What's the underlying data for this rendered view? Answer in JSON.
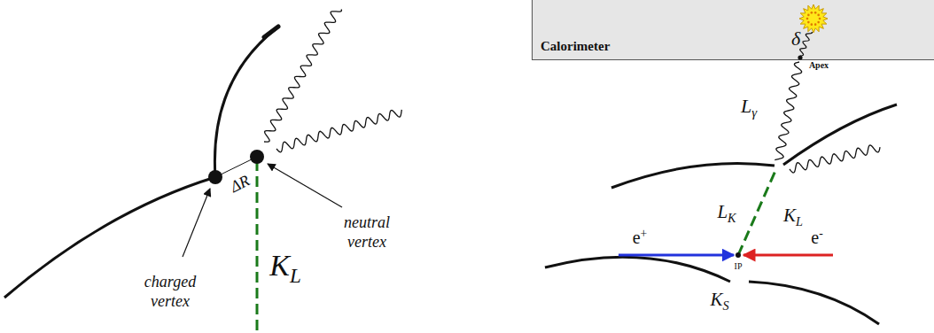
{
  "diagram": {
    "nodes": [
      {
        "text": [
          "Calorimeter"
        ]
      }
    ],
    "edges": [],
    "labels": [
      "ΔR",
      "charged vertex",
      "neutral vertex",
      "KL",
      "δ",
      "Apex",
      "Lγ",
      "KL",
      "LK",
      "e+",
      "e-",
      "IP",
      "KS"
    ]
  }
}
